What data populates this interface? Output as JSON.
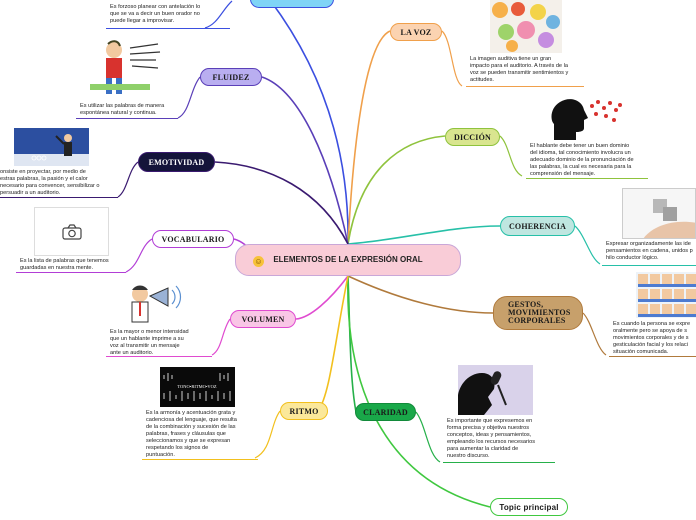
{
  "center": {
    "title": "ELEMENTOS DE LA EXPRESIÓN ORAL",
    "icon": "smiley-icon"
  },
  "topics": {
    "la_voz": {
      "label": "LA VOZ",
      "desc": "La imagen auditiva tiene un gran\nimpacto para el auditorio. A través de la\nvoz se pueden transmitir sentimientos y\nactitudes."
    },
    "diccion": {
      "label": "DICCIÓN",
      "desc": "El hablante debe tener un buen dominio\ndel idioma, tal conocimiento involucra un\nadecuado dominio de la pronunciación de\nlas palabras, la cual es necesaria para la\ncomprensión del mensaje."
    },
    "coherencia": {
      "label": "COHERENCIA",
      "desc": "Expresar organizadamente las ide\npensamientos en cadena, unidos p\nhilo conductor lógico."
    },
    "gestos": {
      "label": "GESTOS,\nMOVIMIENTOS\nCORPORALES",
      "desc": "Es cuando la persona se expre\noralmente pero se apoya de s\nmovimientos corporales y de s\ngesticulación facial y los relaci\nsituación comunicada."
    },
    "claridad": {
      "label": "CLARIDAD",
      "desc": "Es importante que expresemos en\nforma precisa y objetiva nuestros\nconceptos, ideas y pensamientos,\nempleando los recursos necesarios\npara aumentar la claridad de\nnuestro discurso."
    },
    "topic_principal": {
      "label": "Topic principal"
    },
    "fluidez": {
      "label": "FLUIDEZ",
      "desc": "Es utilizar las palabras de manera\nespontánea natural y continua."
    },
    "emotividad": {
      "label": "EMOTIVIDAD",
      "desc": "onsiste en proyectar, por medio de\nestras palabras, la pasión y el calor\nnecesario para convencer, sensibilizar o\npersuadir a un auditorio."
    },
    "vocabulario": {
      "label": "VOCABULARIO",
      "desc": "Es la lista de palabras que tenemos\nguardadas en nuestra mente."
    },
    "volumen": {
      "label": "VOLUMEN",
      "desc": "Es la mayor o menor intensidad\nque un hablante imprime a su\nvoz al transmitir un mensaje\nante un auditorio."
    },
    "ritmo": {
      "label": "RITMO",
      "desc": "Es la armonía y acentuación grata y\ncadenciosa del lenguaje, que resulta\nde la combinación y sucesión de las\npalabras, frases y cláusulas que\nseleccionamos y que se expresan\nrespetando los signos de\npuntuación."
    },
    "top": {
      "desc": "Es forzoso planear con antelación lo\nque se va a decir un buen orador no\npuede llegar a improvisar."
    }
  },
  "images": {
    "ritmo_text": "TONO•RITMO•VOZ"
  }
}
